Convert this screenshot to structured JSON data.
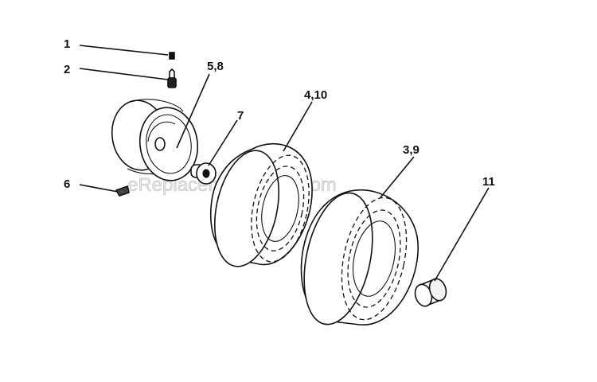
{
  "watermark": "eReplacementParts.com",
  "callouts": {
    "c1": "1",
    "c2": "2",
    "c58": "5,8",
    "c7": "7",
    "c410": "4,10",
    "c39": "3,9",
    "c6": "6",
    "c11": "11"
  }
}
